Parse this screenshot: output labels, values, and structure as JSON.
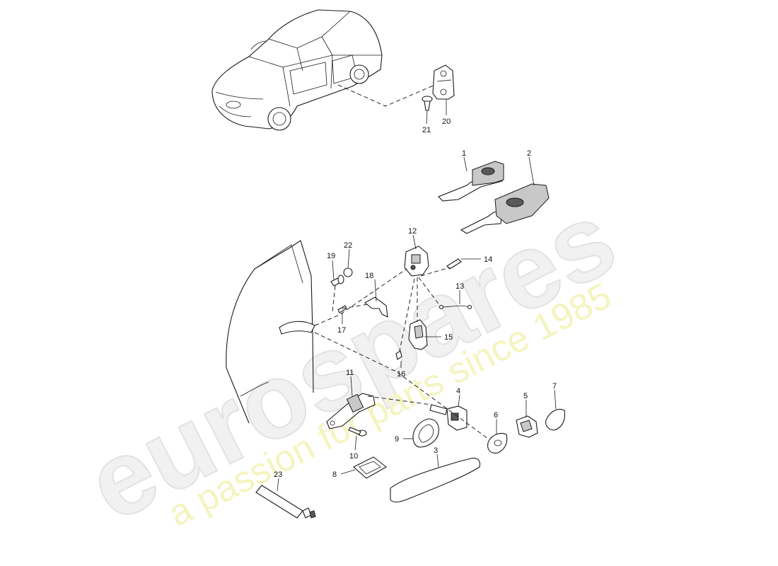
{
  "watermark": {
    "brand": "eurospares",
    "tagline": "a passion for parts since 1985"
  },
  "callouts": [
    "1",
    "2",
    "3",
    "4",
    "5",
    "6",
    "7",
    "8",
    "9",
    "10",
    "11",
    "12",
    "13",
    "14",
    "15",
    "16",
    "17",
    "18",
    "19",
    "20",
    "21",
    "22",
    "23"
  ]
}
